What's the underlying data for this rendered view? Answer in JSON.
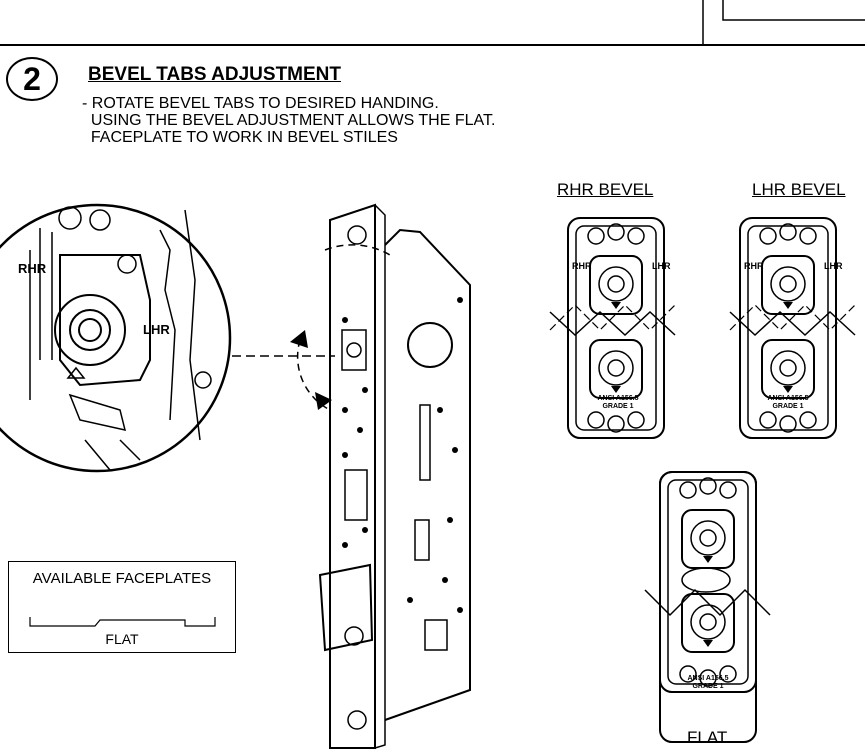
{
  "step": {
    "number": "2",
    "title": "BEVEL TABS ADJUSTMENT"
  },
  "instructions": [
    "- ROTATE BEVEL TABS TO DESIRED HANDING.",
    "  USING THE BEVEL ADJUSTMENT ALLOWS THE FLAT.",
    "  FACEPLATE TO WORK IN BEVEL STILES"
  ],
  "views": {
    "rhr_bevel": "RHR BEVEL",
    "lhr_bevel": "LHR BEVEL",
    "flat": "FLAT"
  },
  "plate_markings": {
    "rhr": "RHR",
    "lhr": "LHR",
    "grade": [
      "ANSI A156.5",
      "GRADE 1"
    ]
  },
  "faceplates_box": {
    "title": "AVAILABLE FACEPLATES",
    "option": "FLAT"
  }
}
